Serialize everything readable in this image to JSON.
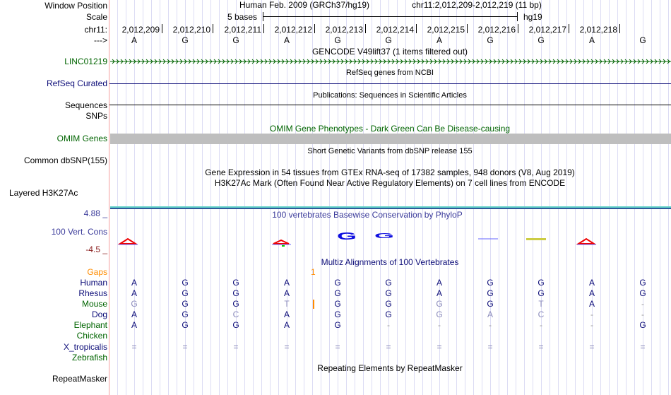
{
  "header": {
    "assembly": "Human Feb. 2009 (GRCh37/hg19)",
    "position": "chr11:2,012,209-2,012,219 (11 bp)",
    "scale_label": "5 bases",
    "scale_db": "hg19"
  },
  "labels": [
    {
      "text": "Window Position",
      "color": "#000000"
    },
    {
      "text": "Scale",
      "color": "#000000"
    },
    {
      "text": "chr11:",
      "color": "#000000"
    },
    {
      "text": "--->",
      "color": "#000000"
    },
    {
      "text": "LINC01219",
      "color": "#006400"
    },
    {
      "text": "RefSeq Curated",
      "color": "#0c0c78"
    },
    {
      "text": "Sequences",
      "color": "#000000"
    },
    {
      "text": "SNPs",
      "color": "#000000"
    },
    {
      "text": "OMIM Genes",
      "color": "#006400"
    },
    {
      "text": "Common dbSNP(155)",
      "color": "#000000"
    },
    {
      "text": "Layered H3K27Ac",
      "color": "#000000"
    },
    {
      "text": "4.88 _",
      "color": "#3a3a9a"
    },
    {
      "text": "100 Vert. Cons",
      "color": "#3a3a9a"
    },
    {
      "text": "-4.5 _",
      "color": "#8b2020"
    },
    {
      "text": "Gaps",
      "color": "#ff8c00"
    },
    {
      "text": "Human",
      "color": "#0c0c78"
    },
    {
      "text": "Rhesus",
      "color": "#0c0c78"
    },
    {
      "text": "Mouse",
      "color": "#006400"
    },
    {
      "text": "Dog",
      "color": "#0c0c78"
    },
    {
      "text": "Elephant",
      "color": "#006400"
    },
    {
      "text": "Chicken",
      "color": "#006400"
    },
    {
      "text": "X_tropicalis",
      "color": "#0c0c78"
    },
    {
      "text": "Zebrafish",
      "color": "#006400"
    },
    {
      "text": "RepeatMasker",
      "color": "#000000"
    }
  ],
  "ruler": {
    "positions": [
      "2,012,209",
      "2,012,210",
      "2,012,211",
      "2,012,212",
      "2,012,213",
      "2,012,214",
      "2,012,215",
      "2,012,216",
      "2,012,217",
      "2,012,218"
    ],
    "bases": [
      "A",
      "G",
      "G",
      "A",
      "G",
      "G",
      "A",
      "G",
      "G",
      "A",
      "G"
    ]
  },
  "track_titles": {
    "gencode": "GENCODE V49lift37 (1 items filtered out)",
    "refseq": "RefSeq genes from NCBI",
    "publications": "Publications: Sequences in Scientific Articles",
    "omim": "OMIM Gene Phenotypes - Dark Green Can Be Disease-causing",
    "dbsnp": "Short Genetic Variants from dbSNP release 155",
    "gtex": "Gene Expression in 54 tissues from GTEx RNA-seq of 17382 samples, 948 donors (V8, Aug 2019)",
    "h3k27ac": "H3K27Ac Mark (Often Found Near Active Regulatory Elements) on 7 cell lines from ENCODE",
    "phylop": "100 vertebrates Basewise Conservation by PhyloP",
    "multiz": "Multiz Alignments of 100 Vertebrates",
    "repeatmasker": "Repeating Elements by RepeatMasker"
  },
  "gaps": {
    "count": "1"
  },
  "alignment": [
    {
      "species": "Human",
      "bases": [
        "A",
        "G",
        "G",
        "A",
        "G",
        "G",
        "A",
        "G",
        "G",
        "A",
        "G"
      ]
    },
    {
      "species": "Rhesus",
      "bases": [
        "A",
        "G",
        "G",
        "A",
        "G",
        "G",
        "A",
        "G",
        "G",
        "A",
        "G"
      ]
    },
    {
      "species": "Mouse",
      "bases": [
        "G",
        "G",
        "G",
        "T",
        "G",
        "G",
        "G",
        "G",
        "T",
        "A",
        "-"
      ]
    },
    {
      "species": "Dog",
      "bases": [
        "A",
        "G",
        "C",
        "A",
        "G",
        "G",
        "G",
        "A",
        "C",
        "-",
        "-"
      ]
    },
    {
      "species": "Elephant",
      "bases": [
        "A",
        "G",
        "G",
        "A",
        "G",
        "-",
        "-",
        "-",
        "-",
        "-",
        "G"
      ]
    },
    {
      "species": "Chicken",
      "bases": []
    },
    {
      "species": "X_tropicalis",
      "bases": [
        "=",
        "=",
        "=",
        "=",
        "=",
        "=",
        "=",
        "=",
        "=",
        "=",
        "="
      ]
    },
    {
      "species": "Zebrafish",
      "bases": []
    }
  ],
  "colors": {
    "match": "#0c0c78",
    "mismatch": "#8c8cbc",
    "gap": "#999999",
    "double": "#7a7ab0",
    "gene": "#006400",
    "omim_bar": "#bebebe"
  }
}
